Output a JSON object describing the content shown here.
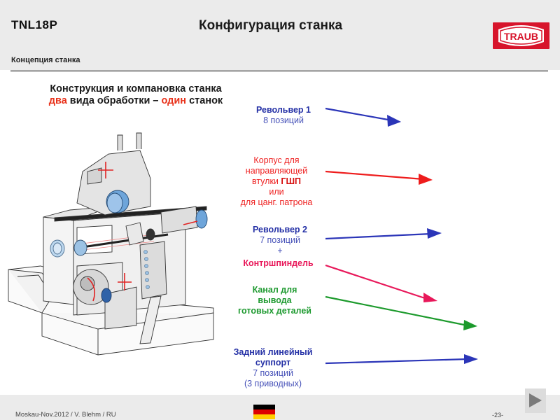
{
  "header": {
    "product": "TNL18P",
    "title": "Конфигурация станка",
    "subtitle": "Концепция станка",
    "logo_text": "TRAUB",
    "brand_color": "#d7142b"
  },
  "heading": {
    "line1": "Конструкция и компановка станка",
    "line2_part1": "два",
    "line2_part2": " вида обработки – ",
    "line2_part3": "один",
    "line2_part4": " станок"
  },
  "machine_image": {
    "alt": "TNL18P machine isometric drawing"
  },
  "callouts": [
    {
      "id": "revolver1",
      "title": "Револьвер 1",
      "lines": [
        "8 позиций"
      ],
      "color": "#2531a6"
    },
    {
      "id": "guide-bushing",
      "lines": [
        "Корпус для",
        "направляющей"
      ],
      "line3_pre": "втулки ",
      "line3_bold": "ГШП",
      "lines_after": [
        "или",
        "для цанг. патрона"
      ],
      "color": "#ee2222"
    },
    {
      "id": "revolver2",
      "title": "Револьвер 2",
      "lines": [
        "7 позиций",
        "+"
      ],
      "color": "#2531a6"
    },
    {
      "id": "counter-spindle",
      "title": "Контршпиндель",
      "color": "#e8185a"
    },
    {
      "id": "parts-chute",
      "lines": [
        "Канал для",
        "вывода",
        "готовых деталей"
      ],
      "color": "#1e9a30"
    },
    {
      "id": "rear-slide",
      "title_lines": [
        "Задний линейный",
        "суппорт"
      ],
      "lines": [
        "7 позиций",
        "(3 приводных)"
      ],
      "color": "#2531a6"
    }
  ],
  "footer": {
    "text": "Moskau-Nov.2012 / V. Blehm / RU",
    "page": "-23-",
    "flag_colors": [
      "#000000",
      "#dd0000",
      "#ffce00"
    ]
  },
  "nav": {
    "next_icon": "play-triangle-icon"
  }
}
